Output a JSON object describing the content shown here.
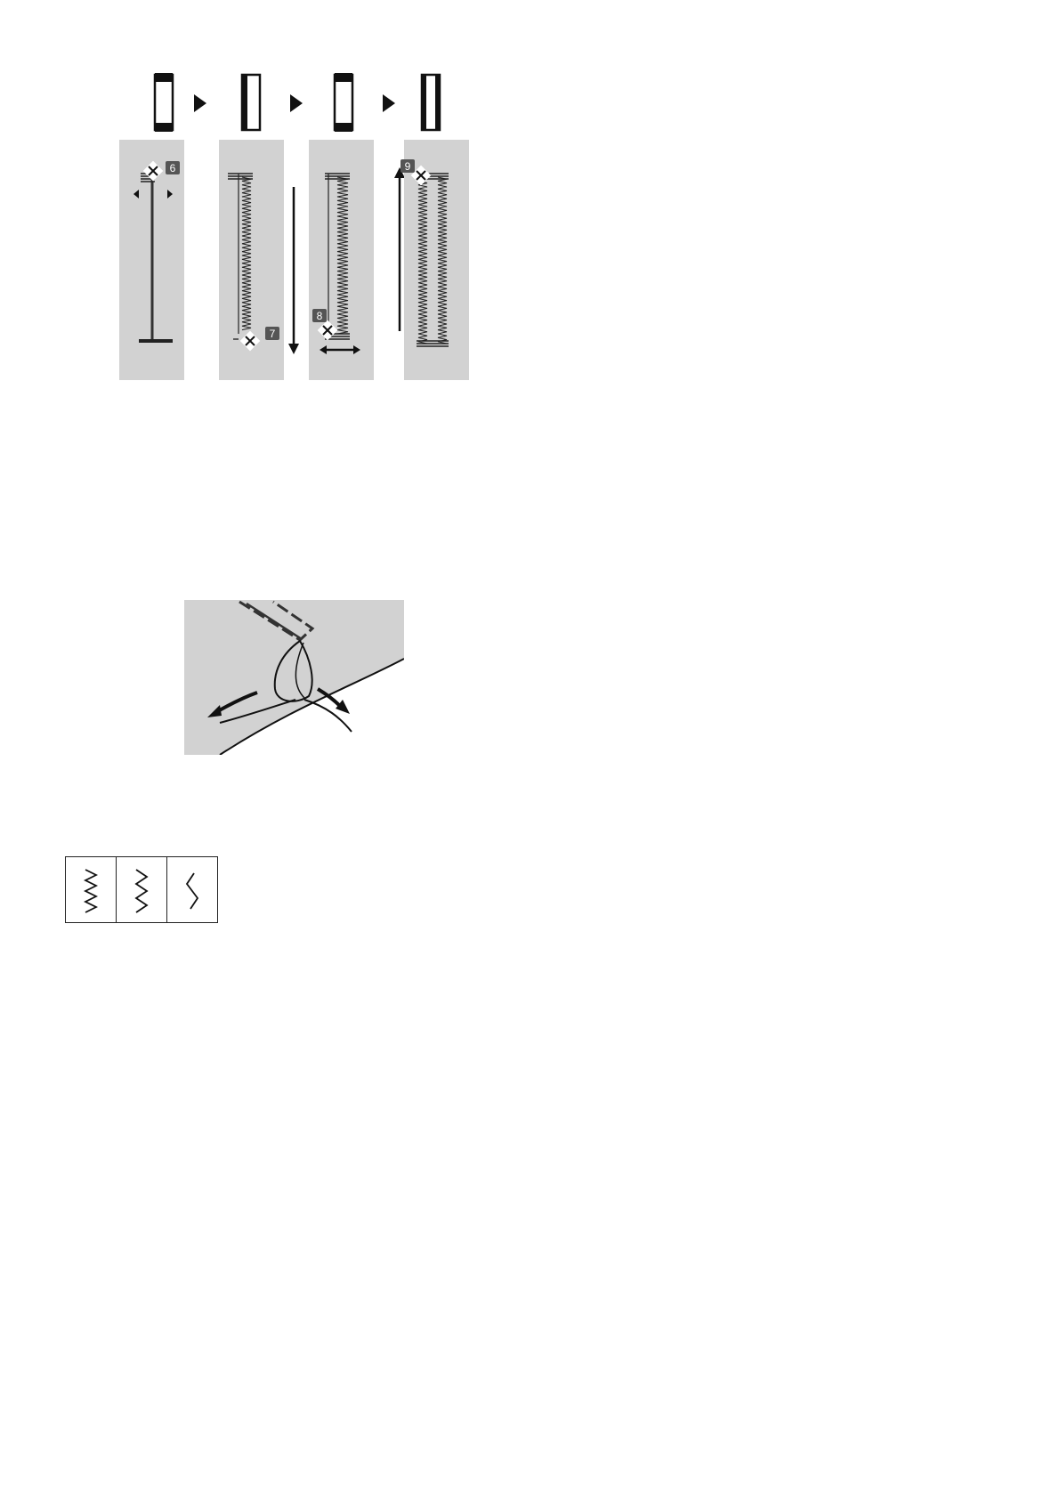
{
  "sequence_icons": [
    {
      "name": "buttonhole-step-1-icon",
      "variant": "bartack-top-bottom"
    },
    {
      "name": "buttonhole-step-2-icon",
      "variant": "left-column"
    },
    {
      "name": "buttonhole-step-3-icon",
      "variant": "bartack-top-bottom"
    },
    {
      "name": "buttonhole-step-4-icon",
      "variant": "full-frame"
    }
  ],
  "steps": [
    {
      "badge": "6"
    },
    {
      "badge": "7"
    },
    {
      "badge": "8"
    },
    {
      "badge": "9"
    }
  ],
  "stitch_patterns": [
    {
      "icon": "dense-zigzag-icon"
    },
    {
      "icon": "medium-zigzag-icon"
    },
    {
      "icon": "wide-zigzag-icon"
    }
  ],
  "colors": {
    "panel": "#d2d2d2",
    "ink": "#1a1a1a",
    "badge": "#555555"
  }
}
